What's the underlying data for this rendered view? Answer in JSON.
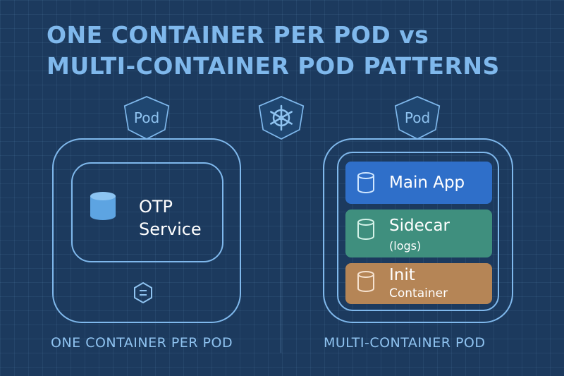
{
  "title": {
    "line1": "ONE CONTAINER PER POD vs",
    "line2": "MULTI-CONTAINER POD PATTERNS"
  },
  "left": {
    "pod_label": "Pod",
    "container_title": "OTP",
    "container_subtitle": "Service",
    "bottom_icon": "equals-icon",
    "caption": "ONE CONTAINER PER POD"
  },
  "center": {
    "icon": "kubernetes-helm-icon"
  },
  "right": {
    "pod_label": "Pod",
    "containers": [
      {
        "title": "Main App",
        "subtitle": "",
        "color": "#2f6fc9"
      },
      {
        "title": "Sidecar",
        "subtitle": "(logs)",
        "color": "#3f8f7e"
      },
      {
        "title": "Init",
        "subtitle": "Container",
        "color": "#b58556"
      }
    ],
    "caption": "MULTI-CONTAINER POD"
  },
  "colors": {
    "background": "#1c3a5e",
    "accent": "#7fb8ec"
  }
}
